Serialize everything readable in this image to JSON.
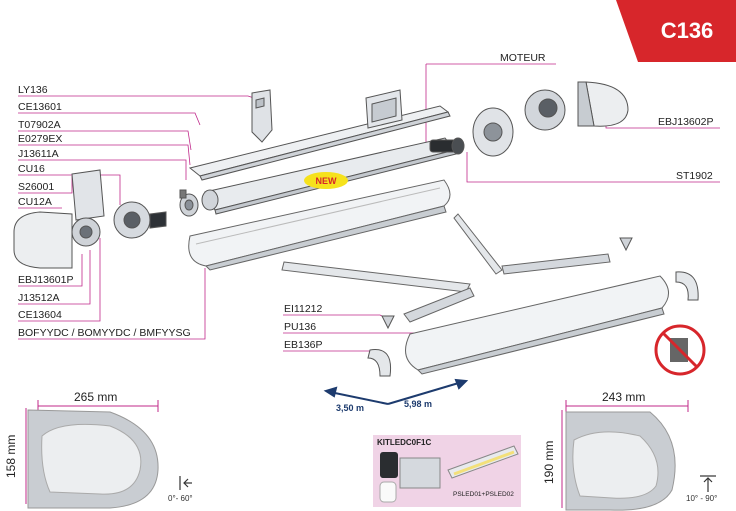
{
  "badge": "C136",
  "labels": {
    "ly136": "LY136",
    "ce13601": "CE13601",
    "t07902a": "T07902A",
    "e0279ex": "E0279EX",
    "j13611a": "J13611A",
    "cu16": "CU16",
    "s26001": "S26001",
    "cu12a": "CU12A",
    "ebj13601p": "EBJ13601P",
    "j13512a": "J13512A",
    "ce13604": "CE13604",
    "bofyydc": "BOFYYDC / BOMYYDC / BMFYYSG",
    "moteur": "MOTEUR",
    "ebj13602p": "EBJ13602P",
    "st1902": "ST1902",
    "ei11212": "EI11212",
    "pu136": "PU136",
    "eb136p": "EB136P"
  },
  "new_badge": "NEW",
  "lengths": {
    "short": "3,50 m",
    "long": "5,98 m"
  },
  "dims": {
    "left_width": "265 mm",
    "left_height": "158 mm",
    "left_angle": "0°- 60°",
    "right_width": "243 mm",
    "right_height": "190 mm",
    "right_angle": "10° - 90°"
  },
  "kit": {
    "title": "KITLEDC0F1C",
    "sub": "PSLED01+PSLED02"
  },
  "colors": {
    "badge": "#d7262b",
    "leader": "#c0288a",
    "new": "#f6e21c",
    "arrow": "#1d3b6e",
    "kit_bg": "#f0d3e6"
  }
}
